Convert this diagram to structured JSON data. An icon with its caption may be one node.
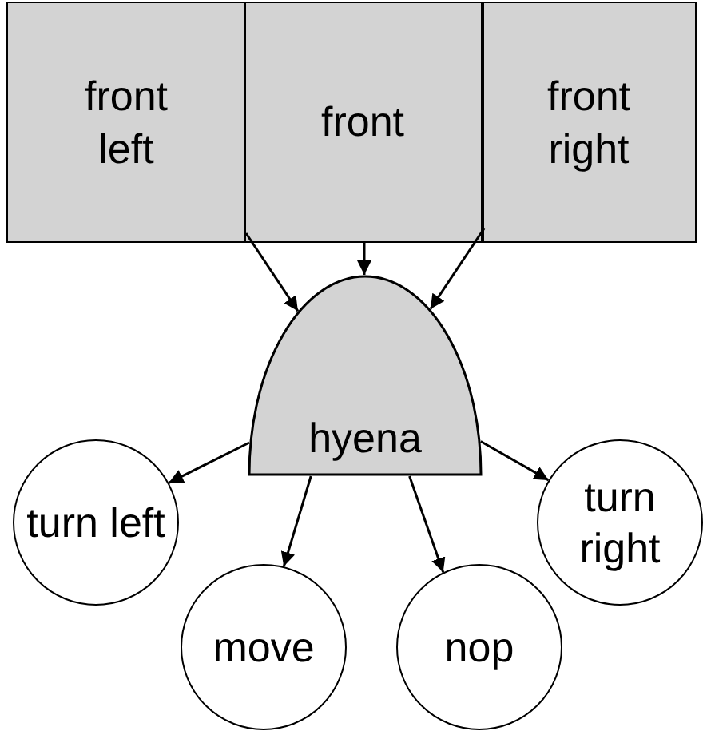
{
  "diagram": {
    "nodes": [
      {
        "text": [
          "front left"
        ]
      },
      {
        "text": [
          "front"
        ]
      },
      {
        "text": [
          "front right"
        ]
      },
      {
        "text": [
          "hyena"
        ]
      },
      {
        "text": [
          "turn left"
        ]
      },
      {
        "text": [
          "move"
        ]
      },
      {
        "text": [
          "nop"
        ]
      },
      {
        "text": [
          "turn right"
        ]
      }
    ],
    "edges": [
      {
        "from": 0,
        "to": 3,
        "arrow": "to"
      },
      {
        "from": 1,
        "to": 3,
        "arrow": "to"
      },
      {
        "from": 2,
        "to": 3,
        "arrow": "to"
      },
      {
        "from": 3,
        "to": 4,
        "arrow": "to"
      },
      {
        "from": 3,
        "to": 5,
        "arrow": "to"
      },
      {
        "from": 3,
        "to": 6,
        "arrow": "to"
      },
      {
        "from": 3,
        "to": 7,
        "arrow": "to"
      }
    ]
  }
}
